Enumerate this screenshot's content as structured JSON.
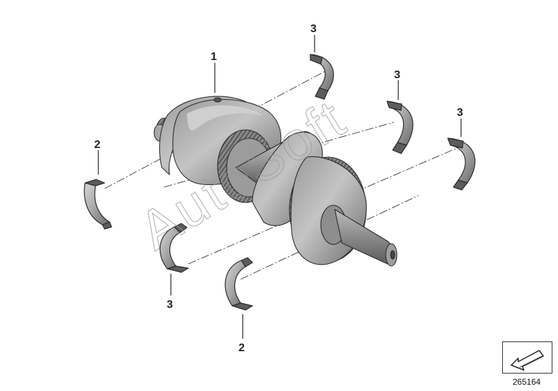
{
  "callouts": [
    {
      "id": "c1",
      "label": "1"
    },
    {
      "id": "c2a",
      "label": "2"
    },
    {
      "id": "c2b",
      "label": "2"
    },
    {
      "id": "c3a",
      "label": "3"
    },
    {
      "id": "c3b",
      "label": "3"
    },
    {
      "id": "c3c",
      "label": "3"
    },
    {
      "id": "c3d",
      "label": "3"
    }
  ],
  "watermark": "AutoSoft",
  "diagram_code": "265164",
  "nav_icon": "arrow-down-left-icon",
  "colors": {
    "line": "#222222",
    "shell_dark": "#6f6f6f",
    "shell_mid": "#9a9a9a",
    "shell_light": "#c9c9c9",
    "shaft": "#8c8c8c"
  }
}
